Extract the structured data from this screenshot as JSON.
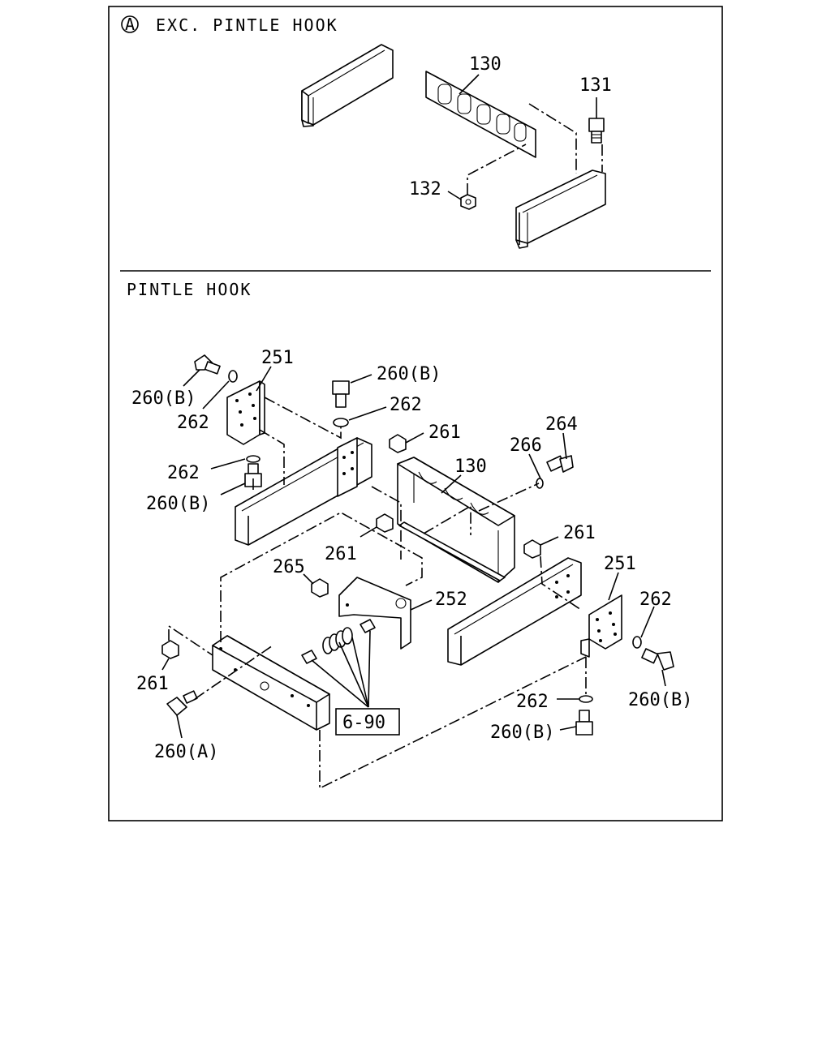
{
  "section_a": {
    "marker": "A",
    "title": "EXC. PINTLE HOOK",
    "labels": {
      "p130": "130",
      "p131": "131",
      "p132": "132"
    }
  },
  "section_b": {
    "title": "PINTLE HOOK",
    "labels": {
      "p251_left": "251",
      "p260b_top_left": "260(B)",
      "p262_top_left": "262",
      "p262_mid_left": "262",
      "p260b_mid_left": "260(B)",
      "p260b_top_center": "260(B)",
      "p262_top_center": "262",
      "p261_top": "261",
      "p130": "130",
      "p266": "266",
      "p264": "264",
      "p261_center": "261",
      "p261_right": "261",
      "p251_right": "251",
      "p262_right": "262",
      "p265": "265",
      "p252": "252",
      "p261_left": "261",
      "p260a": "260(A)",
      "p690": "6-90",
      "p262_bottom_right": "262",
      "p260b_bottom_right": "260(B)",
      "p260b_right": "260(B)"
    }
  }
}
